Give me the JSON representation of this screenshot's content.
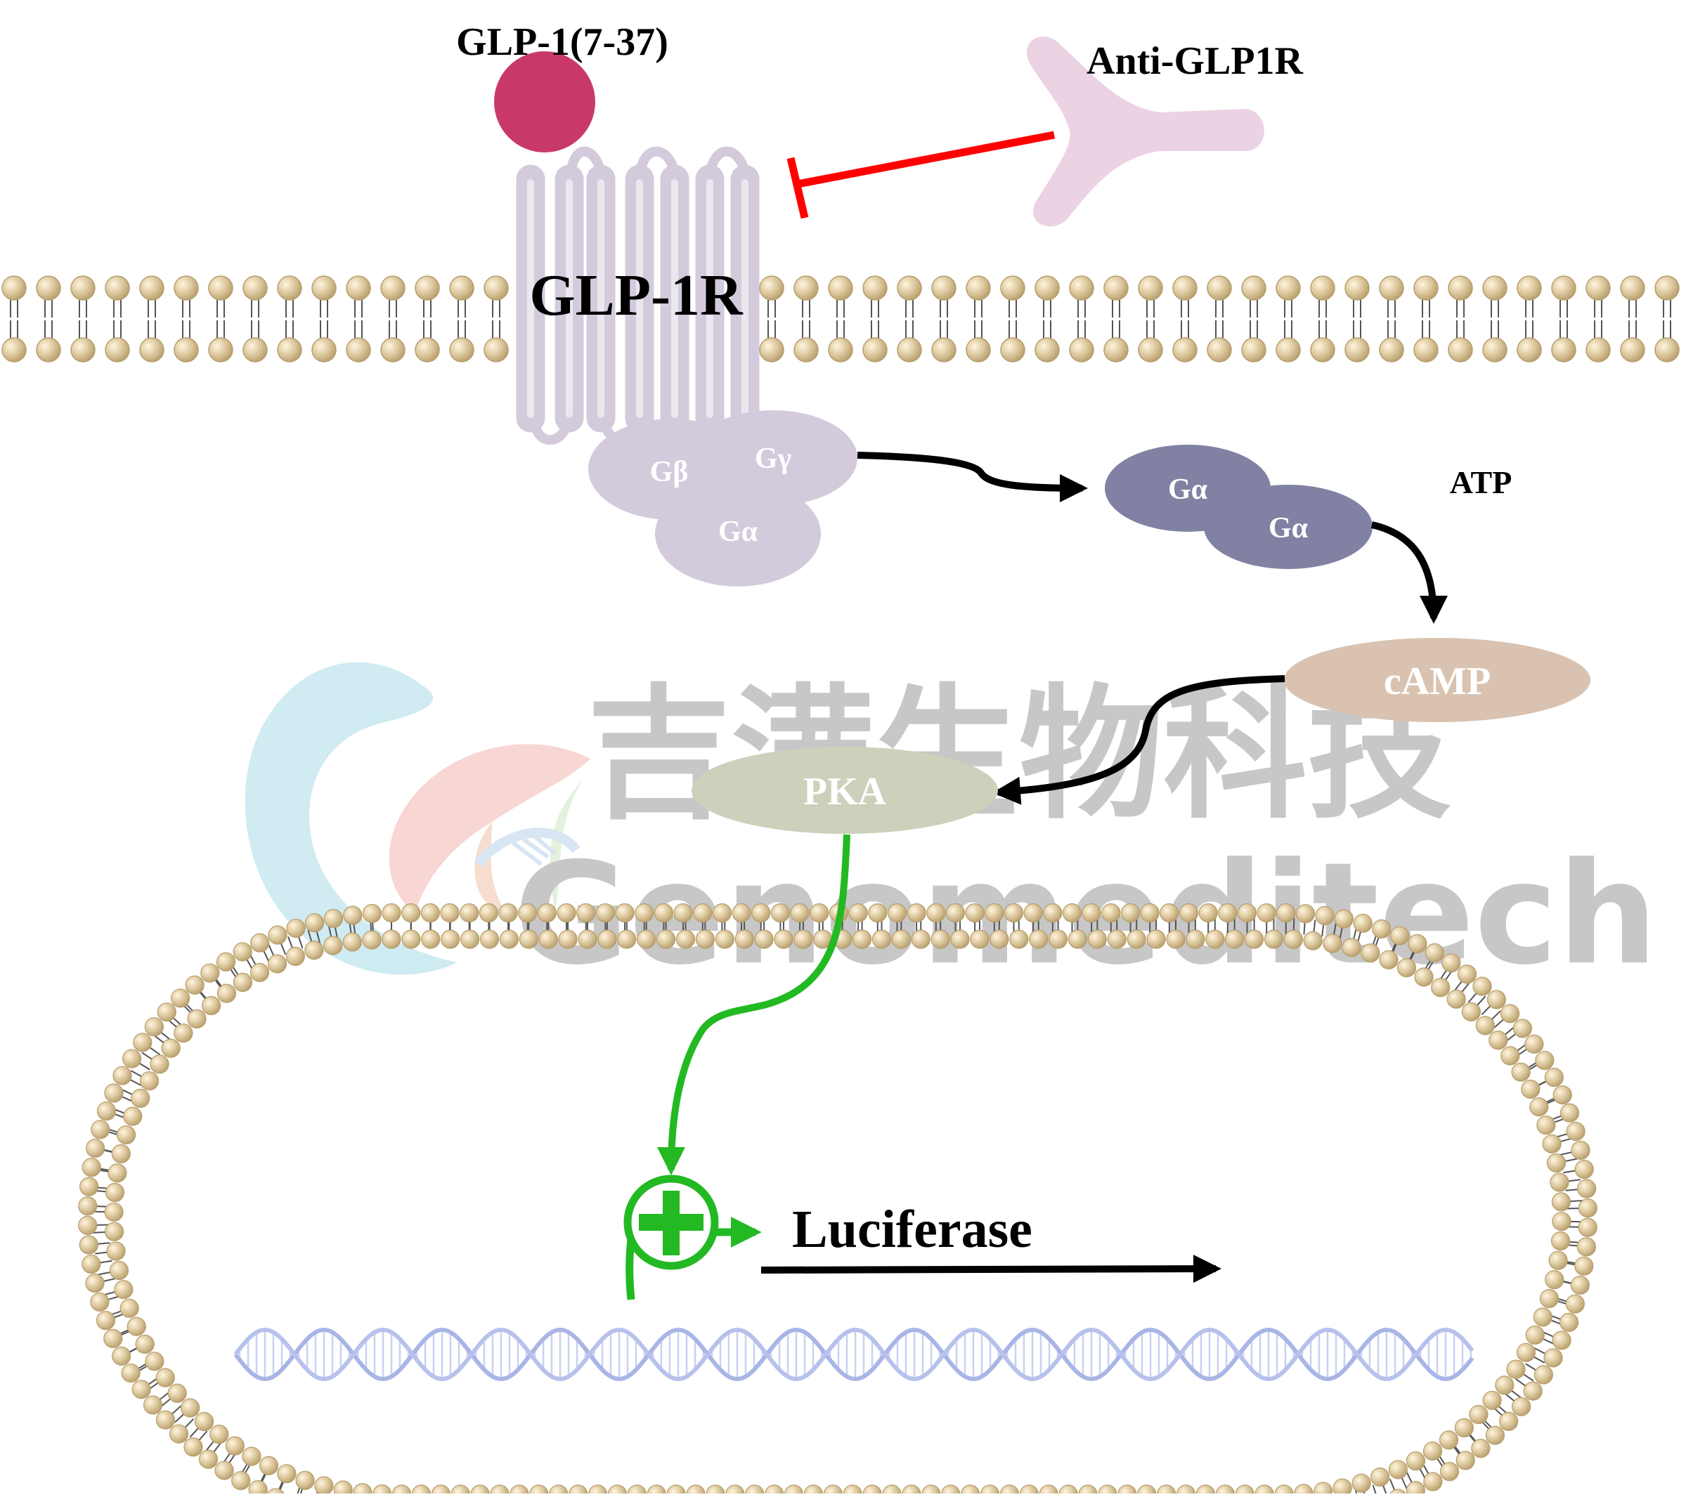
{
  "labels": {
    "ligand": "GLP-1(7-37)",
    "antibody": "Anti-GLP1R",
    "receptor": "GLP-1R",
    "g_beta": "Gβ",
    "g_gamma": "Gγ",
    "g_alpha": "Gα",
    "g_alpha_free_1": "Gα",
    "g_alpha_free_2": "Gα",
    "atp": "ATP",
    "camp": "cAMP",
    "pka": "PKA",
    "reporter": "Luciferase"
  },
  "watermark": {
    "chinese": "吉满生物科技",
    "latin": "Genomeditech"
  },
  "colors": {
    "ligand": "#c8396a",
    "antibody": "#ecd3e3",
    "receptor": "#d3cbdc",
    "g_protein_complex": "#d3cbdc",
    "g_alpha_active": "#8181a3",
    "camp": "#d9c3b0",
    "pka": "#ccd1bb",
    "lipid_head": "#c8b48a",
    "inhibition": "#ff0000",
    "activation_pka": "#22b922",
    "arrow": "#000000",
    "dna": "#a9b5e6",
    "watermark": "#c7c7c7"
  }
}
